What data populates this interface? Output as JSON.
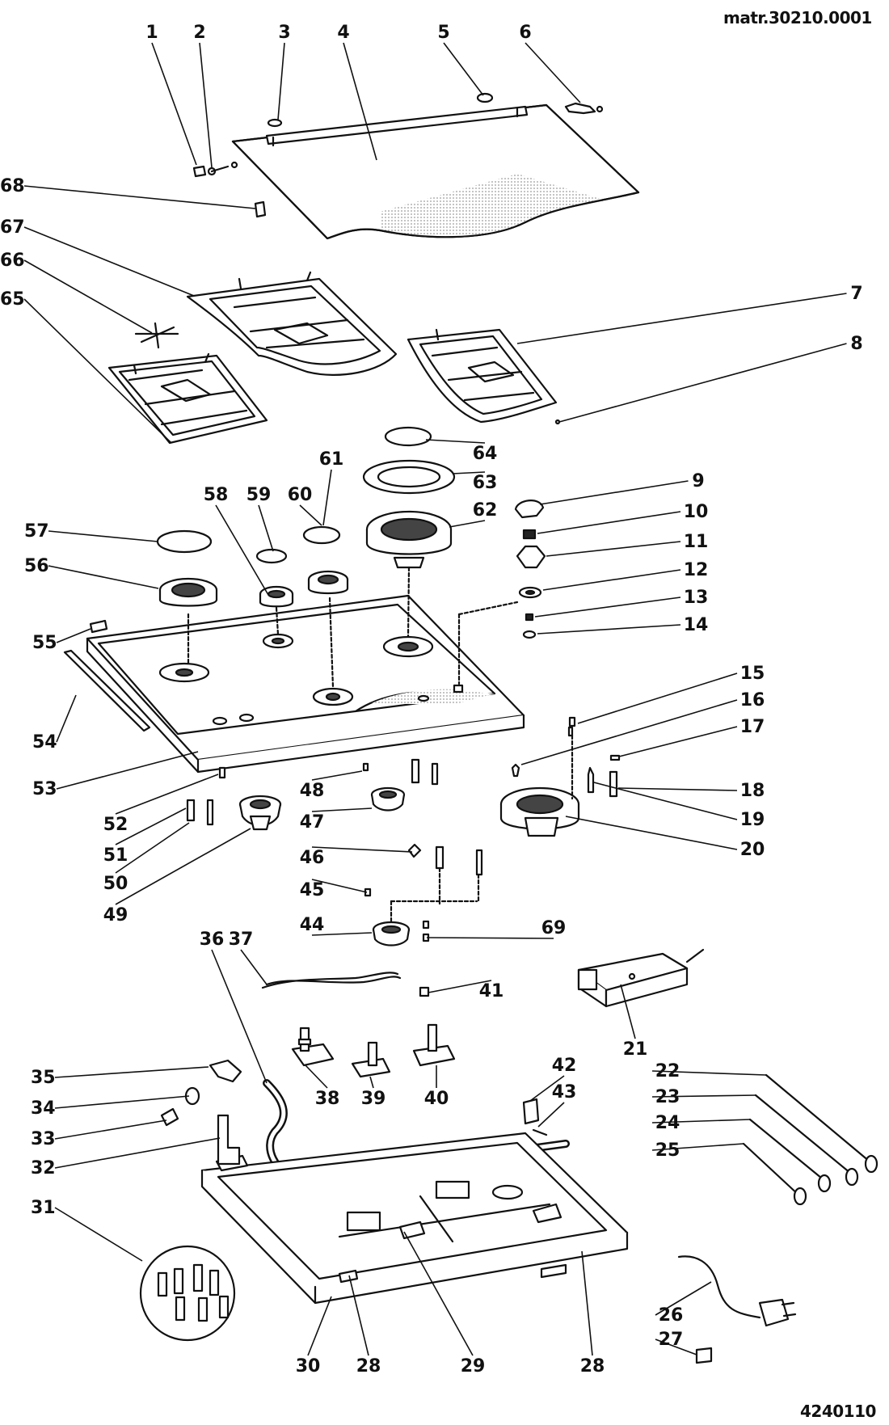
{
  "header": {
    "model_code": "matr.30210.0001"
  },
  "footer": {
    "drawing_number": "4240110"
  },
  "part_numbers": [
    "1",
    "2",
    "3",
    "4",
    "5",
    "6",
    "7",
    "8",
    "9",
    "10",
    "11",
    "12",
    "13",
    "14",
    "15",
    "16",
    "17",
    "18",
    "19",
    "20",
    "21",
    "22",
    "23",
    "24",
    "25",
    "26",
    "27",
    "28",
    "29",
    "30",
    "31",
    "32",
    "33",
    "34",
    "35",
    "36",
    "37",
    "38",
    "39",
    "40",
    "41",
    "42",
    "43",
    "44",
    "45",
    "46",
    "47",
    "48",
    "49",
    "50",
    "51",
    "52",
    "53",
    "54",
    "55",
    "56",
    "57",
    "58",
    "59",
    "60",
    "61",
    "62",
    "63",
    "64",
    "65",
    "66",
    "67",
    "68",
    "69"
  ],
  "callouts": [
    {
      "n": "1"
    },
    {
      "n": "2"
    },
    {
      "n": "3"
    },
    {
      "n": "4"
    },
    {
      "n": "5"
    },
    {
      "n": "6"
    },
    {
      "n": "7"
    },
    {
      "n": "8"
    },
    {
      "n": "9"
    },
    {
      "n": "10"
    },
    {
      "n": "11"
    },
    {
      "n": "12"
    },
    {
      "n": "13"
    },
    {
      "n": "14"
    },
    {
      "n": "15"
    },
    {
      "n": "16"
    },
    {
      "n": "17"
    },
    {
      "n": "18"
    },
    {
      "n": "19"
    },
    {
      "n": "20"
    },
    {
      "n": "21"
    },
    {
      "n": "22"
    },
    {
      "n": "23"
    },
    {
      "n": "24"
    },
    {
      "n": "25"
    },
    {
      "n": "26"
    },
    {
      "n": "27"
    },
    {
      "n": "28"
    },
    {
      "n": "28"
    },
    {
      "n": "29"
    },
    {
      "n": "30"
    },
    {
      "n": "31"
    },
    {
      "n": "32"
    },
    {
      "n": "33"
    },
    {
      "n": "34"
    },
    {
      "n": "35"
    },
    {
      "n": "36"
    },
    {
      "n": "37"
    },
    {
      "n": "38"
    },
    {
      "n": "39"
    },
    {
      "n": "40"
    },
    {
      "n": "41"
    },
    {
      "n": "42"
    },
    {
      "n": "43"
    },
    {
      "n": "44"
    },
    {
      "n": "45"
    },
    {
      "n": "46"
    },
    {
      "n": "47"
    },
    {
      "n": "48"
    },
    {
      "n": "49"
    },
    {
      "n": "50"
    },
    {
      "n": "51"
    },
    {
      "n": "52"
    },
    {
      "n": "53"
    },
    {
      "n": "54"
    },
    {
      "n": "55"
    },
    {
      "n": "56"
    },
    {
      "n": "57"
    },
    {
      "n": "58"
    },
    {
      "n": "59"
    },
    {
      "n": "60"
    },
    {
      "n": "61"
    },
    {
      "n": "62"
    },
    {
      "n": "63"
    },
    {
      "n": "64"
    },
    {
      "n": "65"
    },
    {
      "n": "66"
    },
    {
      "n": "67"
    },
    {
      "n": "68"
    },
    {
      "n": "69"
    }
  ],
  "colors": {
    "ink": "#111111",
    "paper": "#ffffff",
    "shade": "#cfcfcf"
  }
}
